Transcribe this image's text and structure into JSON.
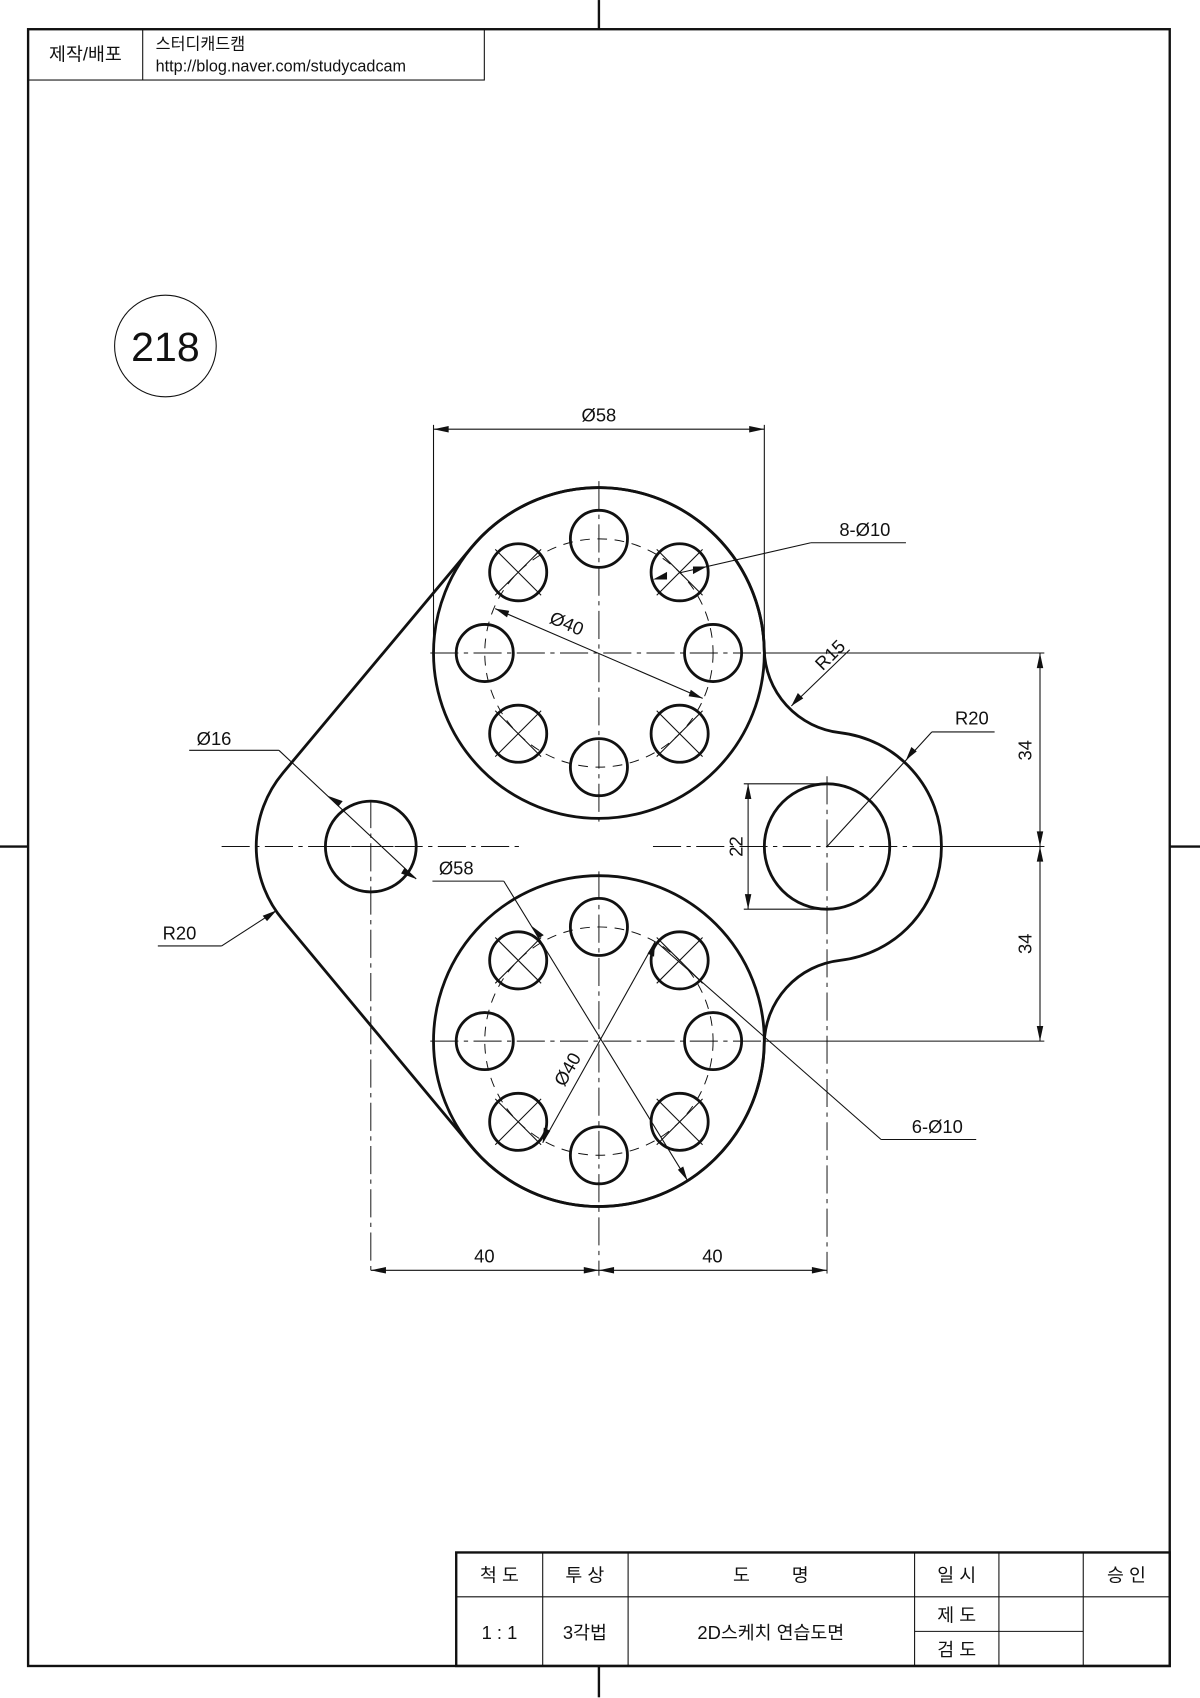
{
  "header": {
    "label": "제작/배포",
    "author": "스터디캐드캠",
    "url": "http://blog.naver.com/studycadcam"
  },
  "drawing_number": "218",
  "dimensions": {
    "top_diameter": "Ø58",
    "holes_upper": "8-Ø10",
    "bolt_circle_upper": "Ø40",
    "fillet_radius": "R15",
    "right_radius": "R20",
    "left_hole": "Ø16",
    "left_radius": "R20",
    "lower_diameter": "Ø58",
    "bolt_circle_lower": "Ø40",
    "holes_lower": "6-Ø10",
    "slot_height": "22",
    "vertical_upper": "34",
    "vertical_lower": "34",
    "horizontal_left": "40",
    "horizontal_right": "40"
  },
  "title_block": {
    "scale_label": "척 도",
    "projection_label": "투 상",
    "name_label": "도 명",
    "date_label": "일 시",
    "approval_label": "승 인",
    "scale_value": "1 : 1",
    "projection_value": "3각법",
    "drawing_name": "2D스케치 연습도면",
    "drafted_label": "제 도",
    "checked_label": "검 도"
  }
}
